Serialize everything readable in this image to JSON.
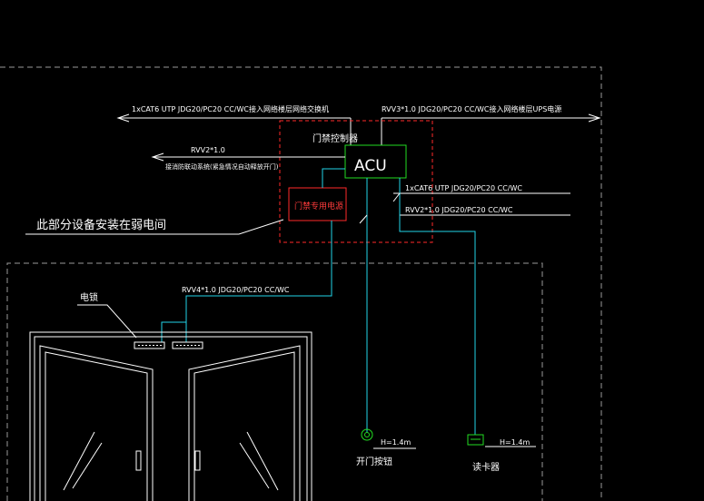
{
  "colors": {
    "background": "#000000",
    "line_white": "#ffffff",
    "line_grey": "#9a9a9a",
    "acu_box": "#22dd22",
    "red": "#ff2a2a",
    "cyan": "#22d3e8",
    "device_green": "#22dd22"
  },
  "labels": {
    "top_left_cable": "1xCAT6 UTP JDG20/PC20 CC/WC接入网络楼层网络交换机",
    "top_right_cable": "RVV3*1.0 JDG20/PC20 CC/WC接入网络楼层UPS电源",
    "controller_title": "门禁控制器",
    "rvv_left": "RVV2*1.0",
    "fire_link": "接消防联动系统(紧急情况自动释放开门)",
    "acu": "ACU",
    "power_supply": "门禁专用电源",
    "right_cable_1": "1xCAT6 UTP JDG20/PC20 CC/WC",
    "right_cable_2": "RVV2*1.0 JDG20/PC20 CC/WC",
    "room_note": "此部分设备安装在弱电间",
    "lock_label": "电锁",
    "lock_cable": "RVV4*1.0 JDG20/PC20 CC/WC",
    "exit_height": "H=1.4m",
    "reader_height": "H=1.4m",
    "exit_button": "开门按钮",
    "card_reader": "读卡器"
  }
}
